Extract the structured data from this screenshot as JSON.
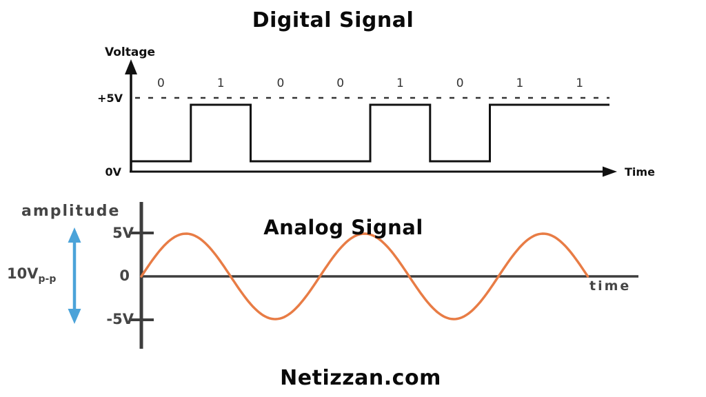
{
  "titles": {
    "digital": "Digital Signal",
    "analog": "Analog Signal"
  },
  "watermark": "Netizzan.com",
  "digital": {
    "y_axis_label": "Voltage",
    "x_axis_label": "Time",
    "high_label": "+5V",
    "low_label": "0V",
    "bits": [
      "0",
      "1",
      "0",
      "0",
      "1",
      "0",
      "1",
      "1"
    ],
    "line_color": "#111111",
    "dash_color": "#333333"
  },
  "analog": {
    "y_axis_label": "amplitude",
    "x_axis_label": "time",
    "peak_label": "5V",
    "zero_label": "0",
    "trough_label": "-5V",
    "peak_to_peak_value": "10V",
    "peak_to_peak_subscript": "p-p",
    "cycles": 2.5,
    "wave_color": "#E87C45",
    "arrow_color": "#4BA3D9",
    "axis_color": "#3d3d3d"
  },
  "chart_data": [
    {
      "type": "line",
      "title": "Digital Signal",
      "xlabel": "Time",
      "ylabel": "Voltage",
      "waveform": "square-pulse-train",
      "bit_sequence": [
        "0",
        "1",
        "0",
        "0",
        "1",
        "0",
        "1",
        "1"
      ],
      "high_level": "+5V",
      "low_level": "0V",
      "reference_line": "dashed line at +5V",
      "grid": false
    },
    {
      "type": "line",
      "title": "Analog Signal",
      "xlabel": "time",
      "ylabel": "amplitude",
      "waveform": "sine",
      "amplitude_volts": 5,
      "cycles_shown": 2.5,
      "peak_to_peak": "10V p-p",
      "yticks": [
        "5V",
        "0",
        "-5V"
      ],
      "ylim": [
        -5,
        5
      ],
      "grid": false
    }
  ]
}
